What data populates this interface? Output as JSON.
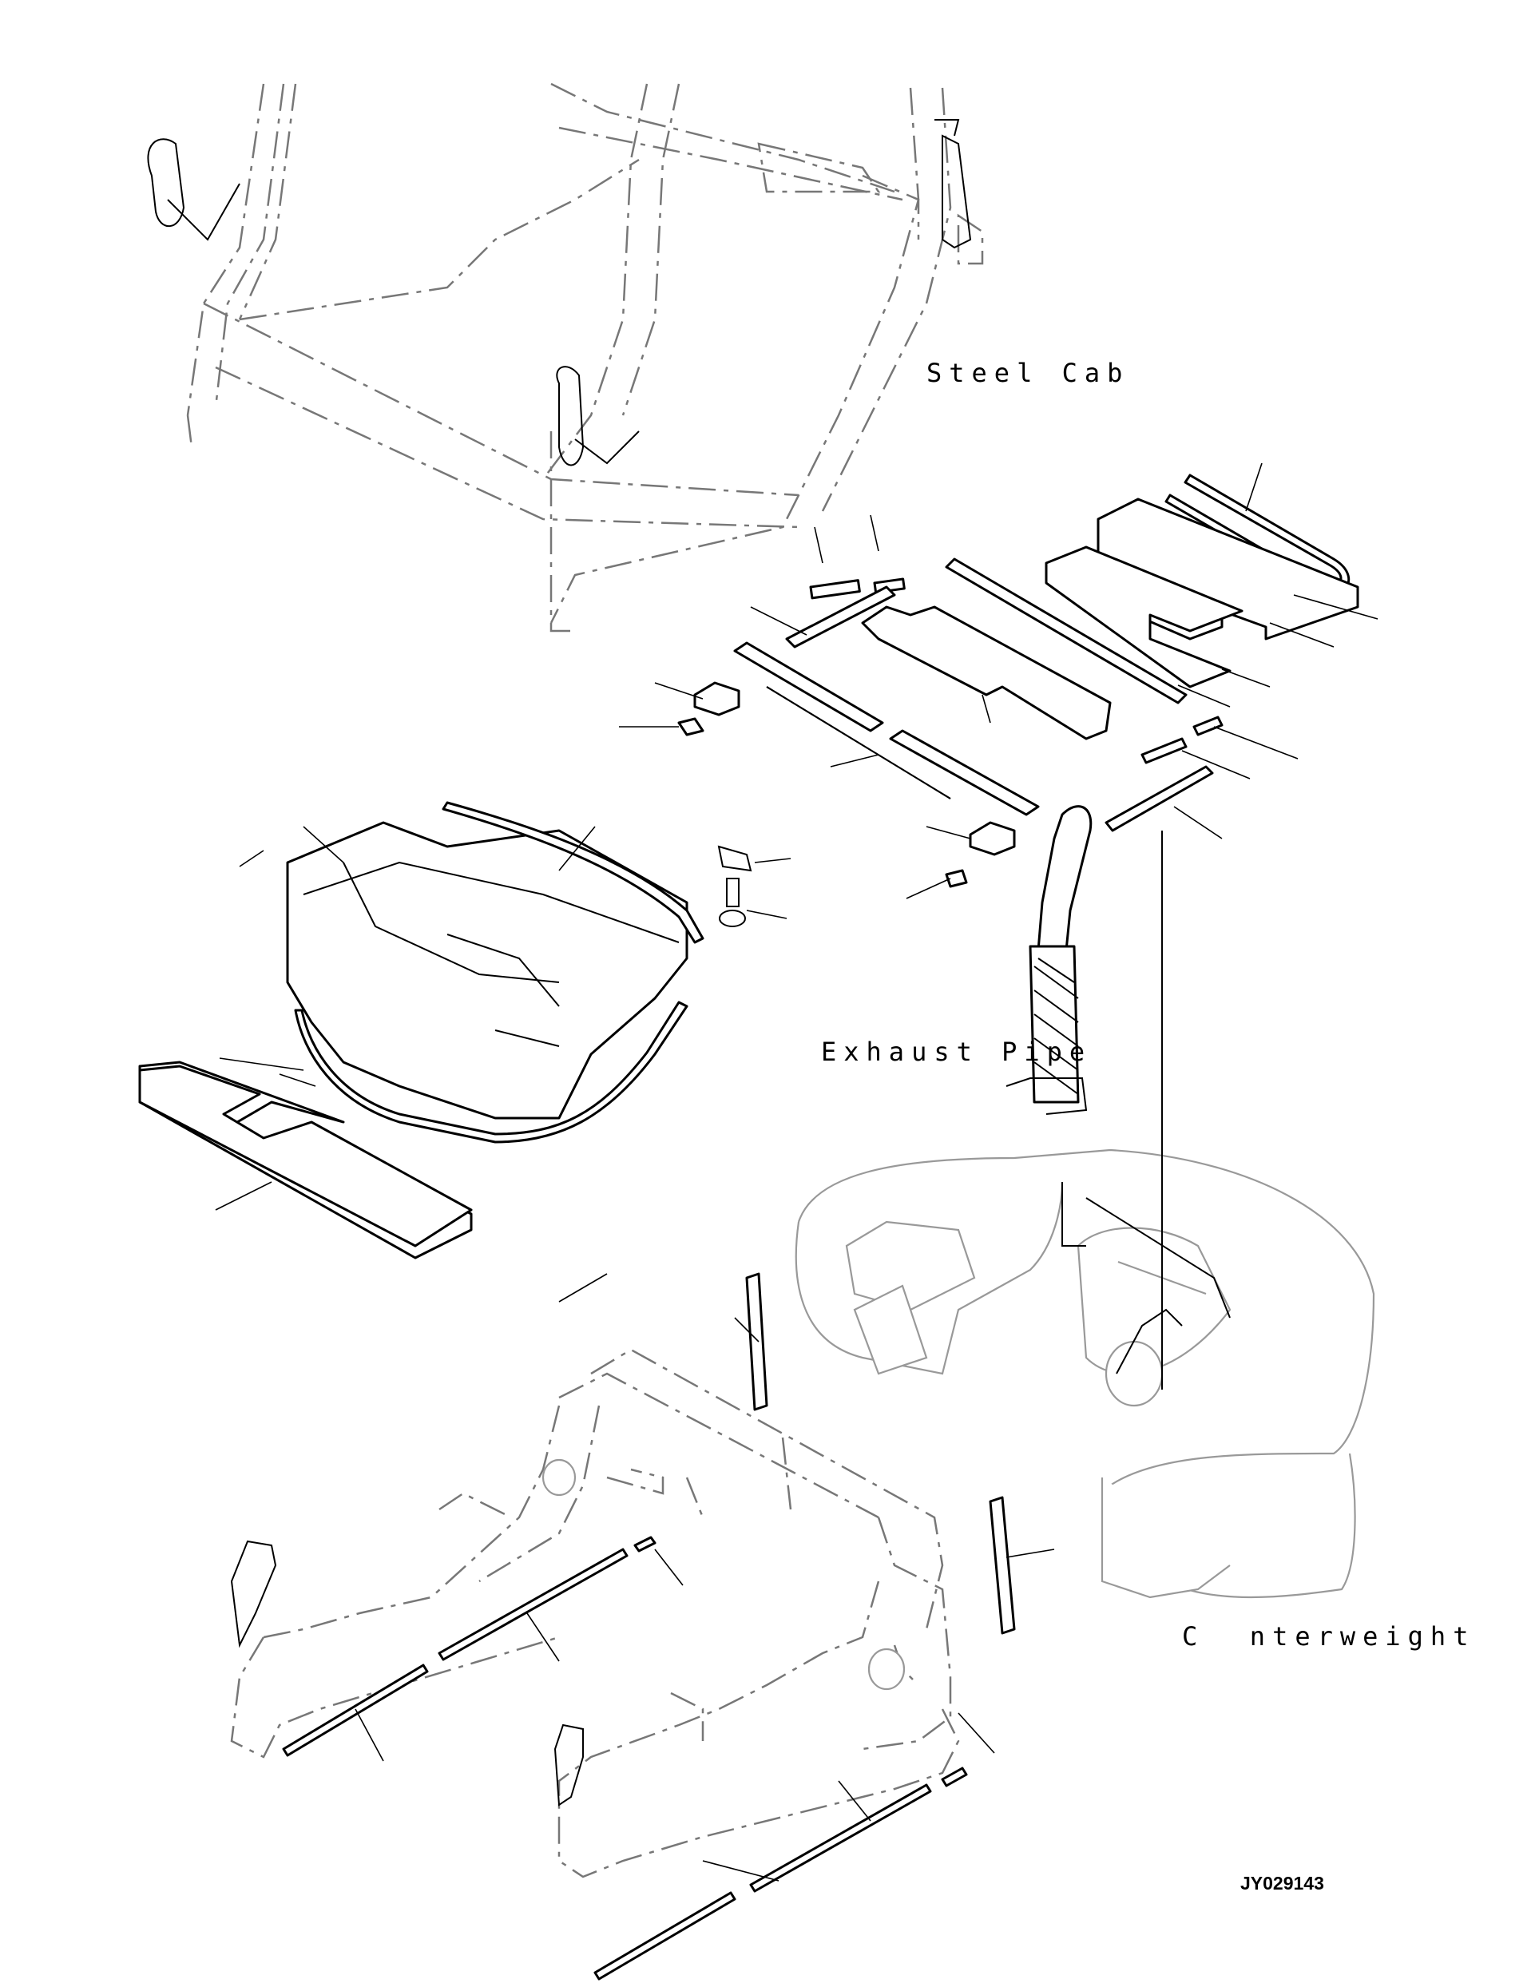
{
  "labels": {
    "steel_cab": "Steel Cab",
    "exhaust_pipe": "Exhaust Pipe",
    "counterweight": "C  nterweight"
  },
  "drawing_code": "JY029143"
}
